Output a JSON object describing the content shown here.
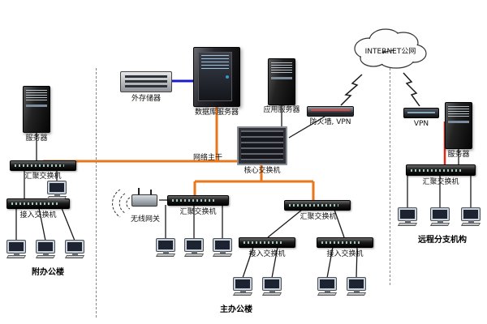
{
  "zones": {
    "left": {
      "label": "附办公楼"
    },
    "center": {
      "label": "主办公楼"
    },
    "right": {
      "label": "远程分支机构"
    }
  },
  "nodes": {
    "internet": {
      "label": "INTERNET公网"
    },
    "storage": {
      "label": "外存储器"
    },
    "db_server": {
      "label": "数据库服务器"
    },
    "app_server": {
      "label": "应用服务器"
    },
    "firewall": {
      "label": "防火墙, VPN"
    },
    "vpn": {
      "label": "VPN"
    },
    "server_left": {
      "label": "服务器"
    },
    "server_right": {
      "label": "服务器"
    },
    "backbone": {
      "label": "网络主干"
    },
    "core_switch": {
      "label": "核心交换机"
    },
    "agg_switch_left": {
      "label": "汇聚交换机"
    },
    "agg_switch_center_left": {
      "label": "汇聚交换机"
    },
    "agg_switch_center_right": {
      "label": "汇聚交换机"
    },
    "agg_switch_branch": {
      "label": "汇聚交换机"
    },
    "access_switch_left": {
      "label": "接入交换机"
    },
    "access_switch_1": {
      "label": "接入交换机"
    },
    "access_switch_2": {
      "label": "接入交换机"
    },
    "wireless_gateway": {
      "label": "无线网关"
    }
  },
  "colors": {
    "backbone_link": "#e8761b",
    "storage_link": "#1a1ac8",
    "vpn_link": "#e02818",
    "line": "#1a1a1a",
    "signal": "#333333"
  }
}
